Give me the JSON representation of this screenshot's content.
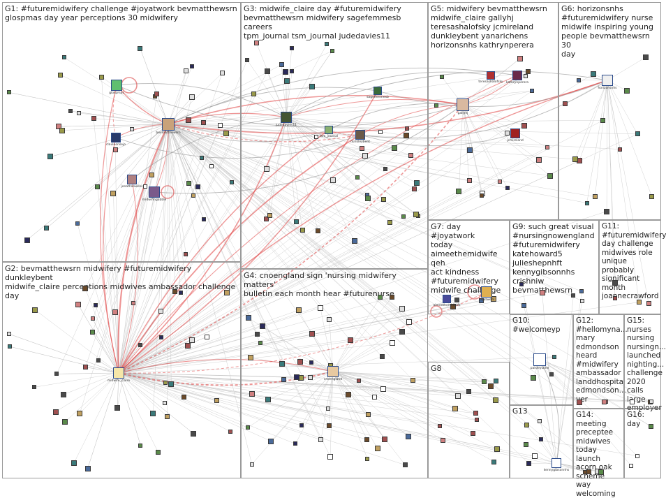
{
  "graph": {
    "groups": [
      {
        "id": "G1",
        "label": "G1: #futuremidwifery challenge #joyatwork bevmatthewsrn\nglospmas day year perceptions 30 midwifery"
      },
      {
        "id": "G2",
        "label": "G2: bevmatthewsrn midwifery #futuremidwifery dunkleybent\nmidwife_claire perceptions midwives ambassador challenge day"
      },
      {
        "id": "G3",
        "label": "G3: midwife_claire day #futuremidwifery\nbevmatthewsrn midwifery sagefemmesb careers\ntpm_journal tsm_journal judedavies11"
      },
      {
        "id": "G4",
        "label": "G4: cnoengland sign 'nursing midwifery matters'\nbulletin each month hear #futurenurse"
      },
      {
        "id": "G5",
        "label": "G5: midwifery bevmatthewsrn\nmidwife_claire gallyhj\nteresashalofsky jcmireland\ndunkleybent yanarichens\nhorizonsnhs kathrynperera"
      },
      {
        "id": "G6",
        "label": "G6: horizonsnhs\n#futuremidwifery nurse\nmidwife inspiring young\npeople bevmatthewsrn 30\nday"
      },
      {
        "id": "G7",
        "label": "G7: day #joyatwork\ntoday\naimeethemidwife qeh\nact kindness\n#futuremidwifery\nmidwife challenge"
      },
      {
        "id": "G8",
        "label": "G8"
      },
      {
        "id": "G9",
        "label": "G9: such great visual\n#nursingnowengland\n#futuremidwifery\nkatehoward5\njulieshepnhft\nkennygibsonnhs\ncrishniw bevmatthewsrn"
      },
      {
        "id": "G10",
        "label": "G10:\n#welcomeyp"
      },
      {
        "id": "G11",
        "label": "G11:\n#futuremidwifery\nday challenge\nmidwives role\nunique probably\nsignificant month\njoannecrawford"
      },
      {
        "id": "G12",
        "label": "G12:\n#hellomyna...\nmary\nedmondson\nheard\n#midwifery\nambassador\nlanddhospital\nedmondson...\nver"
      },
      {
        "id": "G13",
        "label": "G13"
      },
      {
        "id": "G14",
        "label": "G14: meeting\npreceptee\nmidwives\ntoday launch\nacorn oak\nscheme way\nwelcoming"
      },
      {
        "id": "G15",
        "label": "G15:\nnurses\nnursing\nnursingn...\nlaunched\nnighting...\nchallenge\n2020 calls\nlarge\nemployer"
      },
      {
        "id": "G16",
        "label": "G16: day"
      }
    ],
    "nodes": [
      {
        "id": "midwife_claire",
        "label": "midwife_claire",
        "color": "#f5e6a8"
      },
      {
        "id": "bevmatthewsrn",
        "label": "bevmatthewsrn",
        "color": "#c9a27a"
      },
      {
        "id": "glospmas",
        "label": "glospmas",
        "color": "#5fbf6f"
      },
      {
        "id": "dunkleybent",
        "label": "dunkleybent",
        "color": "#6b5a4a"
      },
      {
        "id": "gallyhj",
        "label": "gallyhj",
        "color": "#d9b9a0"
      },
      {
        "id": "cnoengland",
        "label": "cnoengland",
        "color": "#e8c9a0"
      },
      {
        "id": "horizonsnhs",
        "label": "horizonsnhs",
        "color": "#f0f0f0"
      },
      {
        "id": "judedavies11",
        "label": "judedavies11",
        "color": "#445533"
      },
      {
        "id": "joyatwork",
        "label": "joyatwork",
        "color": "#e0b050"
      },
      {
        "id": "paisleylaine",
        "label": "paisleylaine",
        "color": "#ffffff"
      },
      {
        "id": "clauleonsejo",
        "label": "clauleonsejo",
        "color": "#2a3a6a"
      },
      {
        "id": "jonathanwilks",
        "label": "jonathanwilks",
        "color": "#b08080"
      },
      {
        "id": "midwifingabble",
        "label": "midwifingabble",
        "color": "#7a5a8a"
      },
      {
        "id": "tsm_journal",
        "label": "tsm_journal",
        "color": "#8ab070"
      },
      {
        "id": "sagefemmesb",
        "label": "sagefemmesb",
        "color": "#3a6a3a"
      },
      {
        "id": "kathrynperera",
        "label": "kathrynperera",
        "color": "#6a2a4a"
      },
      {
        "id": "teresashalofsky",
        "label": "teresashalofsky",
        "color": "#b03030"
      },
      {
        "id": "jcmireland",
        "label": "jcmireland",
        "color": "#a02020"
      },
      {
        "id": "aimeethemidwife",
        "label": "aimeethemidwife",
        "color": "#4a4a9a"
      },
      {
        "id": "kennygibsonnhs",
        "label": "kennygibsonnhs",
        "color": "#ffffff"
      }
    ]
  }
}
